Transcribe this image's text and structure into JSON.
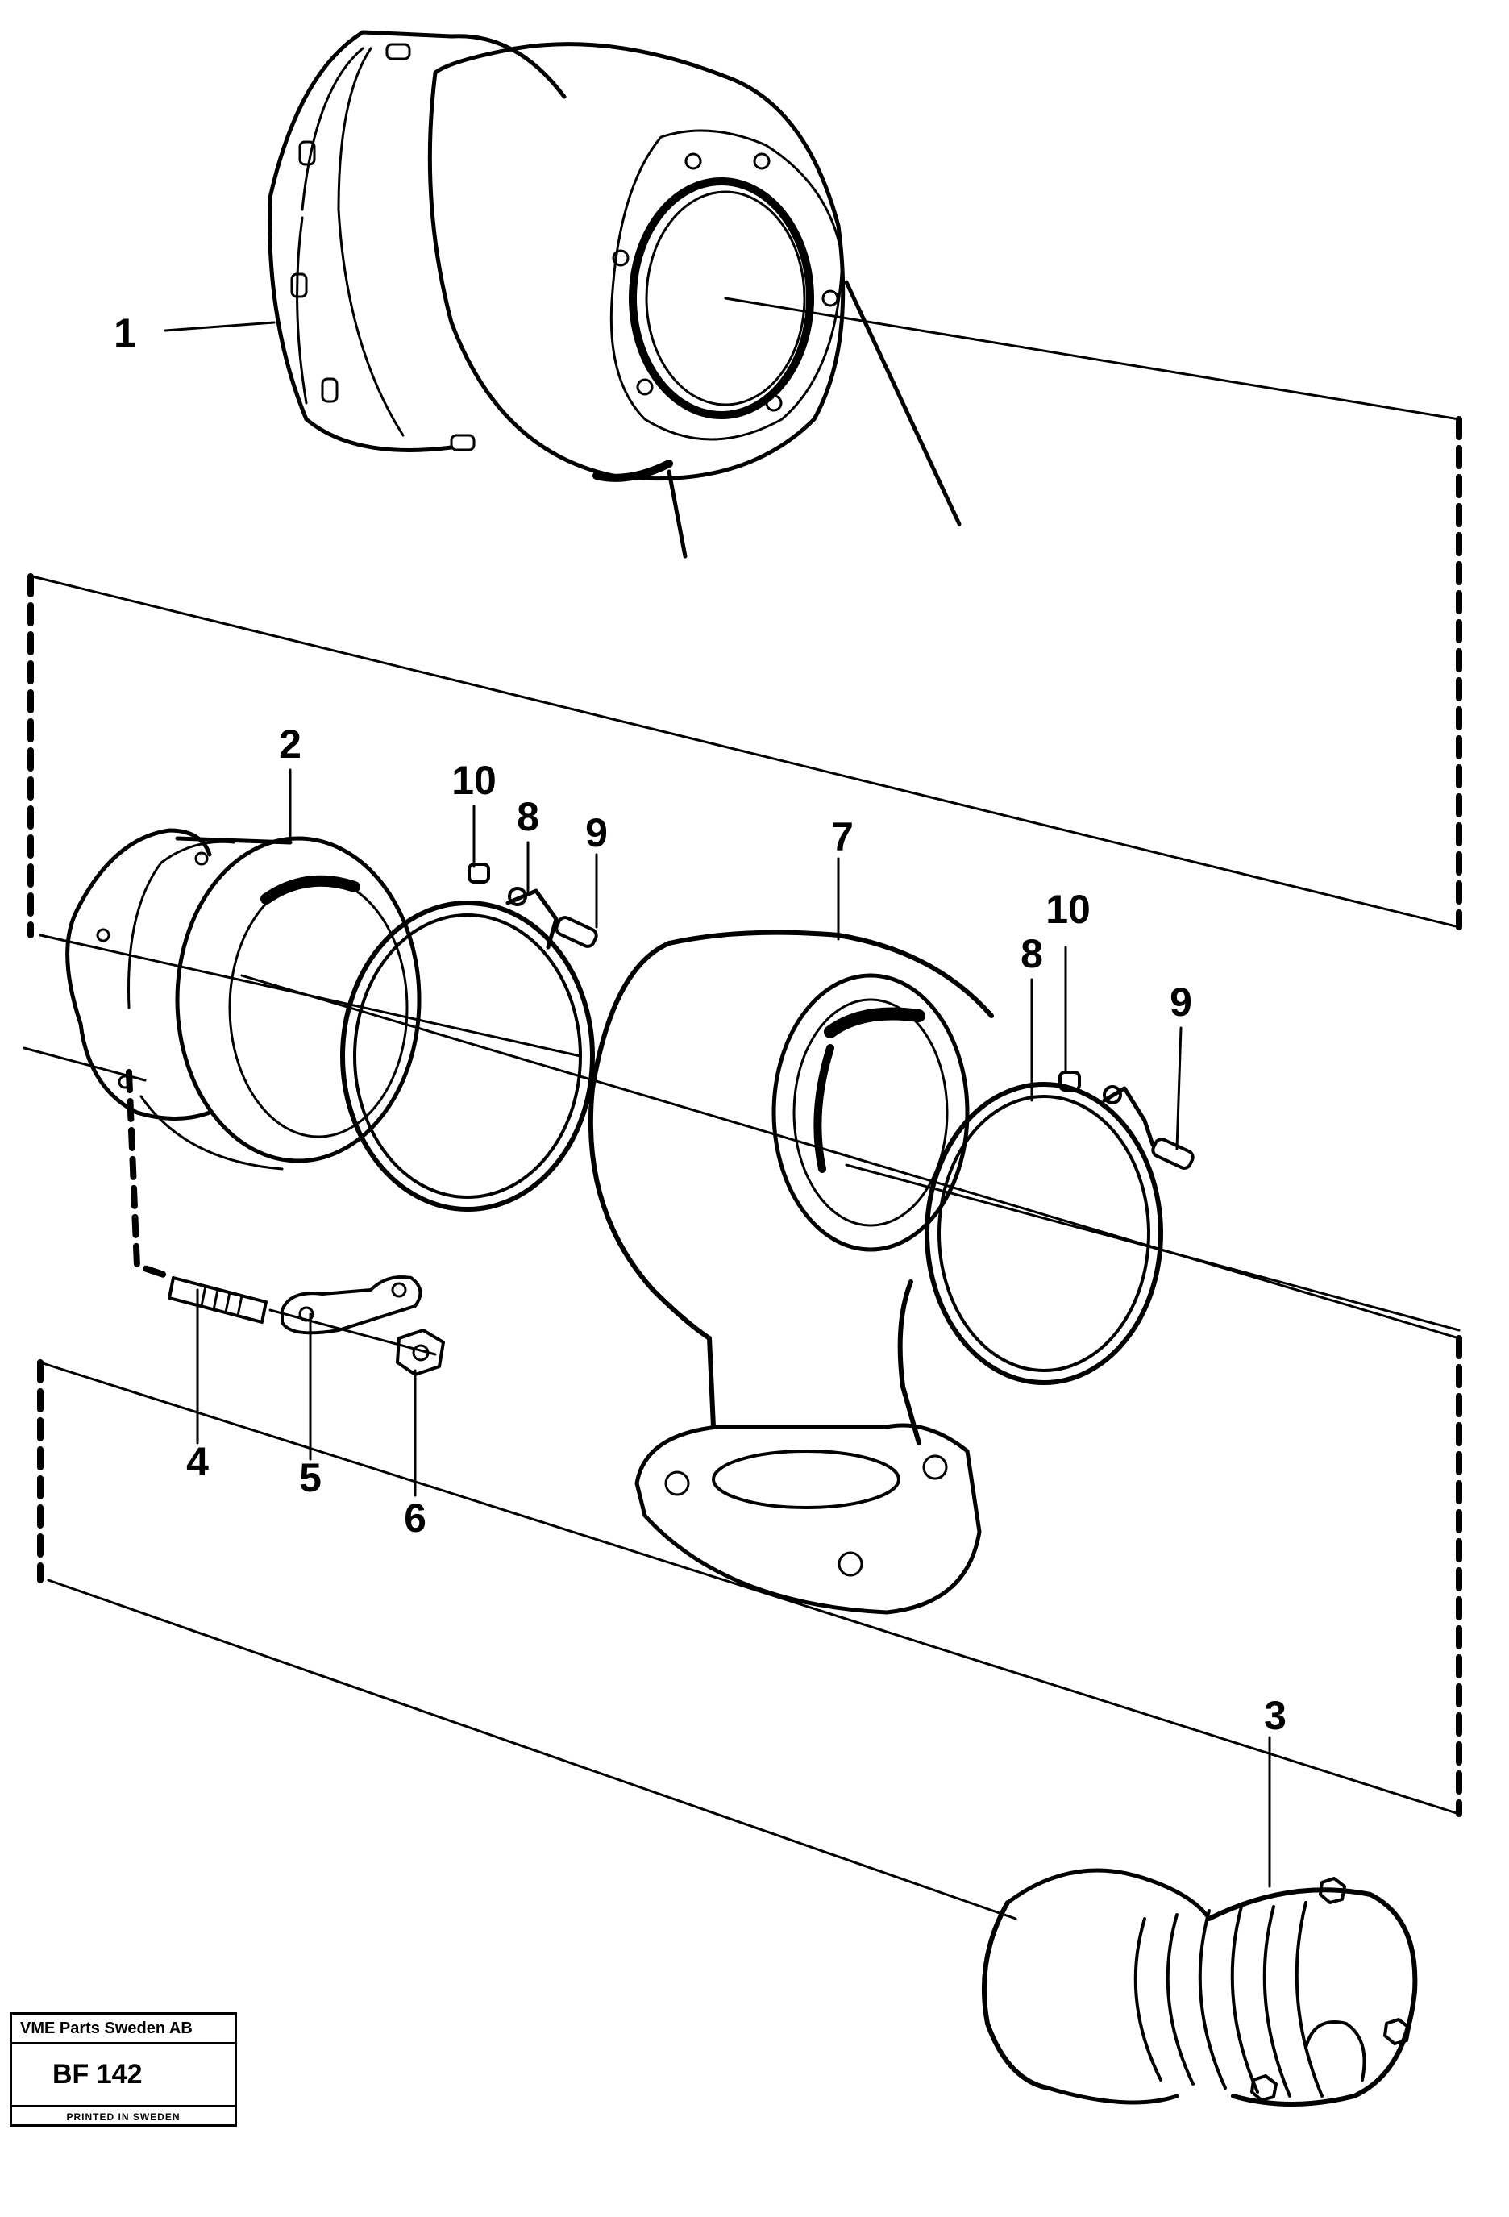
{
  "callouts": {
    "c1": "1",
    "c2": "2",
    "c3": "3",
    "c4": "4",
    "c5": "5",
    "c6": "6",
    "c7": "7",
    "c8a": "8",
    "c8b": "8",
    "c9a": "9",
    "c9b": "9",
    "c10a": "10",
    "c10b": "10"
  },
  "stamp": {
    "company": "VME Parts Sweden AB",
    "code": "BF 142",
    "footer": "PRINTED IN SWEDEN"
  }
}
